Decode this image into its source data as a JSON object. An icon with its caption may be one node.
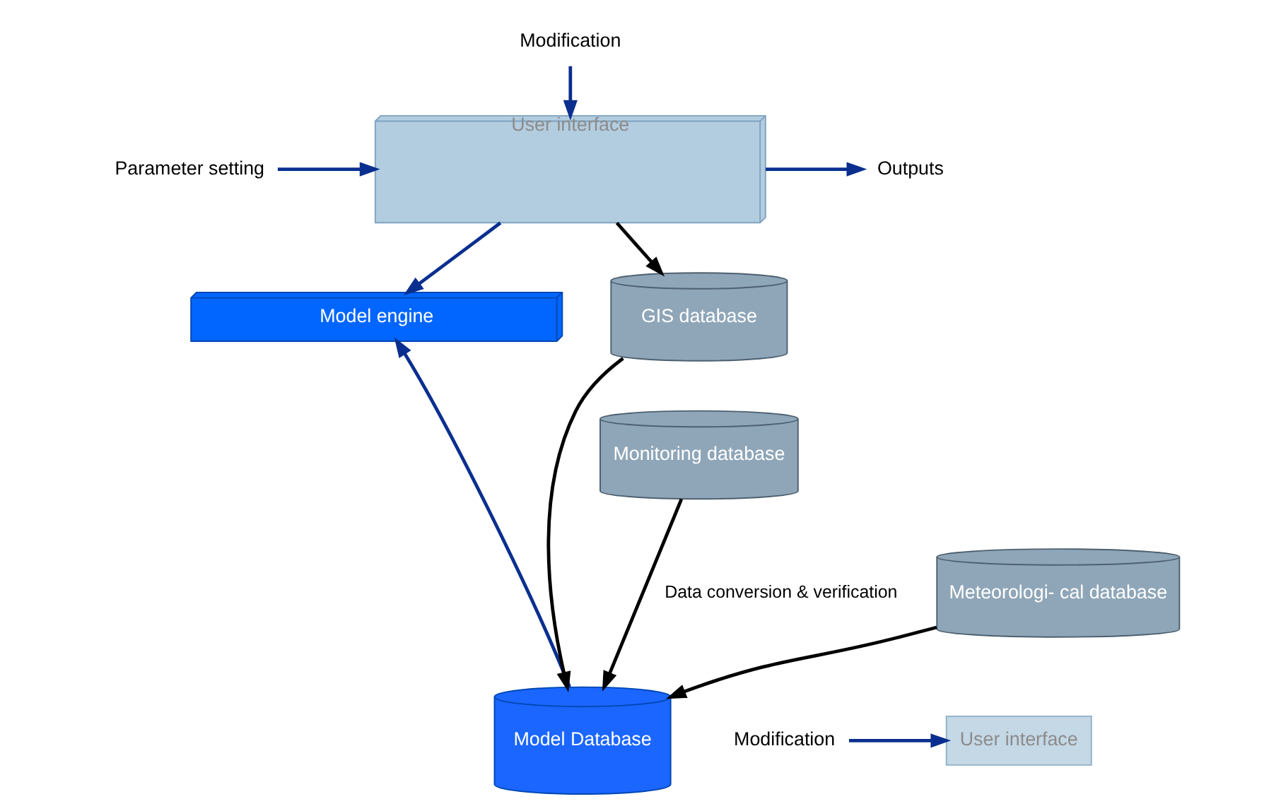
{
  "diagram": {
    "nodes": [
      {
        "text": [
          "Modification"
        ]
      },
      {
        "text": [
          "User interface"
        ]
      },
      {
        "text": [
          "Parameter setting"
        ]
      },
      {
        "text": [
          "Outputs"
        ]
      },
      {
        "text": [
          "Model engine"
        ]
      },
      {
        "text": [
          "User interface"
        ]
      },
      {
        "text": [
          "Model Database"
        ]
      },
      {
        "text": [
          "Modification"
        ]
      },
      {
        "text": [
          "GIS database"
        ]
      },
      {
        "text": [
          "Monitoring database"
        ]
      },
      {
        "text": [
          "Meteorologi- cal database"
        ]
      }
    ],
    "edges": [
      {
        "from": 0,
        "to": 1,
        "arrow": "to"
      },
      {
        "from": 2,
        "to": 1,
        "arrow": "to"
      },
      {
        "from": 1,
        "to": 3,
        "arrow": "to"
      },
      {
        "from": 1,
        "to": 4,
        "arrow": "to"
      },
      {
        "from": 6,
        "to": 4,
        "arrow": "to"
      },
      {
        "from": 7,
        "to": 5,
        "arrow": "to"
      },
      {
        "from": 1,
        "to": 8,
        "arrow": "to",
        "color": "#000000"
      },
      {
        "from": 8,
        "to": 6,
        "arrow": "to",
        "color": "#000000"
      },
      {
        "from": 9,
        "to": 6,
        "arrow": "to",
        "color": "#000000",
        "label": "Data conversion & verification"
      },
      {
        "from": 10,
        "to": 6,
        "arrow": "to",
        "color": "#000000"
      }
    ]
  }
}
